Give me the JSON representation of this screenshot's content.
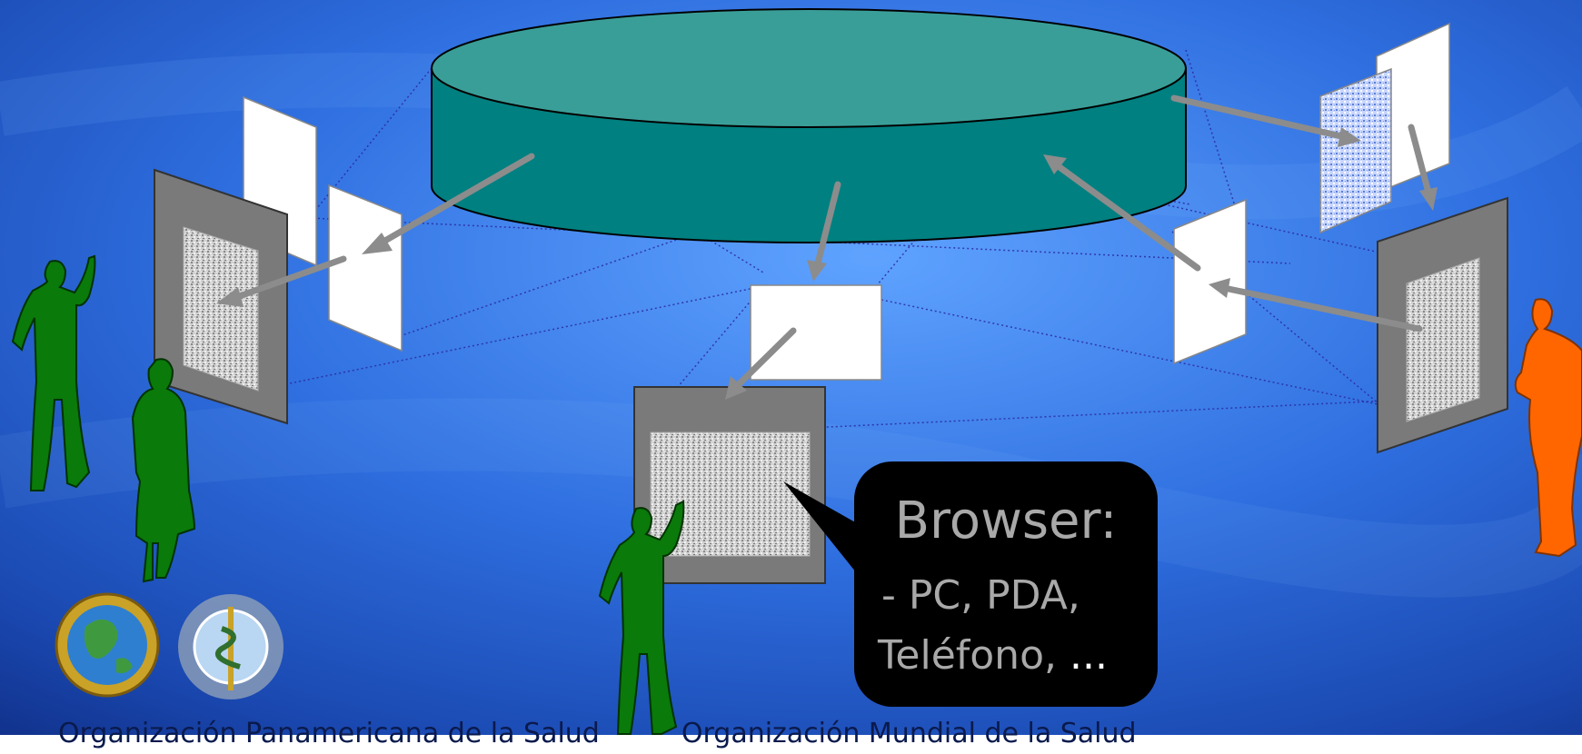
{
  "callout": {
    "title": "Browser:",
    "line1": "- PC, PDA,",
    "line2_text": "Teléfono, ",
    "line2_ellipsis": "..."
  },
  "footer": {
    "paho": "Organización Panamericana de la Salud",
    "who": "Organización Mundial de la Salud"
  },
  "colors": {
    "background": "#3a7fe6",
    "database_top": "#3a9e98",
    "database_side": "#008080",
    "people": "#0a7a0a",
    "highlight_person": "#ff6600",
    "arrows": "#8c8c8c"
  },
  "icons": [
    "database-cylinder",
    "document-page",
    "screen-frame",
    "person-silhouette",
    "paho-globe-logo",
    "who-emblem-logo"
  ]
}
